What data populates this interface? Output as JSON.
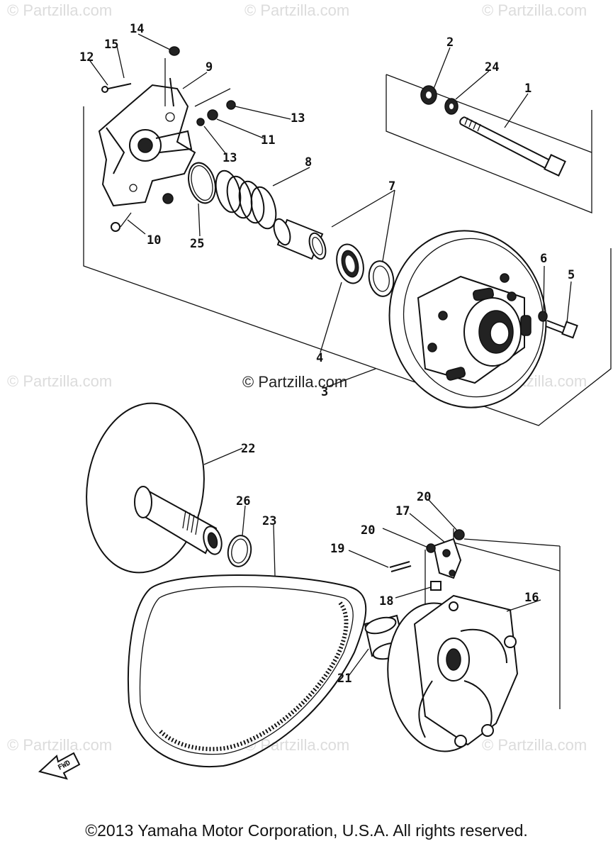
{
  "watermarks": {
    "text": "© Partzilla.com",
    "center_text": "© Partzilla.com"
  },
  "callouts": {
    "c1": "1",
    "c2": "2",
    "c3": "3",
    "c4": "4",
    "c5": "5",
    "c6": "6",
    "c7": "7",
    "c8": "8",
    "c9": "9",
    "c10": "10",
    "c11": "11",
    "c12": "12",
    "c13a": "13",
    "c13b": "13",
    "c14": "14",
    "c15": "15",
    "c16": "16",
    "c17": "17",
    "c18": "18",
    "c19": "19",
    "c20a": "20",
    "c20b": "20",
    "c21": "21",
    "c22": "22",
    "c23": "23",
    "c24": "24",
    "c25": "25",
    "c26": "26"
  },
  "fwd_label": "FWD",
  "copyright": "©2013  Yamaha Motor Corporation, U.S.A. All rights reserved."
}
